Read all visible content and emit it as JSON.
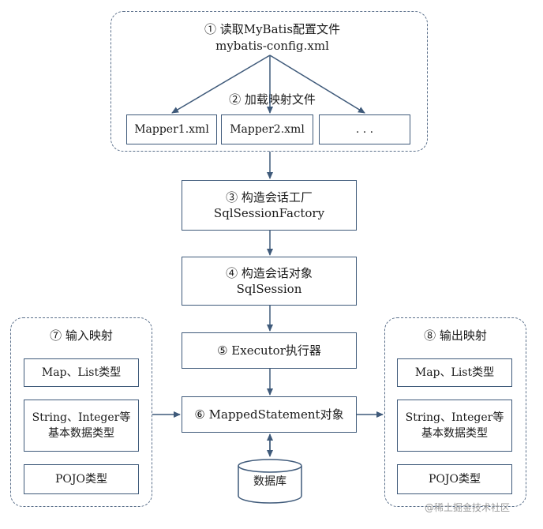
{
  "config": {
    "step_label": "① 读取MyBatis配置文件",
    "file_label": "mybatis-config.xml",
    "mapper_step_label": "② 加载映射文件",
    "mappers": [
      "Mapper1.xml",
      "Mapper2.xml",
      ". . ."
    ]
  },
  "factory": {
    "line1": "③ 构造会话工厂",
    "line2": "SqlSessionFactory"
  },
  "session": {
    "line1": "④ 构造会话对象",
    "line2": "SqlSession"
  },
  "executor": {
    "line1": "⑤ Executor执行器"
  },
  "mapped": {
    "line1": "⑥ MappedStatement对象"
  },
  "database": {
    "label": "数据库"
  },
  "input_mapping": {
    "title": "⑦ 输入映射",
    "items": [
      "Map、List类型",
      "String、Integer等",
      "基本数据类型",
      "POJO类型"
    ]
  },
  "output_mapping": {
    "title": "⑧ 输出映射",
    "items": [
      "Map、List类型",
      "String、Integer等",
      "基本数据类型",
      "POJO类型"
    ]
  },
  "watermark": "@稀土掘金技术社区",
  "colors": {
    "border": "#3f5a7a",
    "dashed": "#5a6f8a",
    "arrow": "#3f5a7a"
  }
}
